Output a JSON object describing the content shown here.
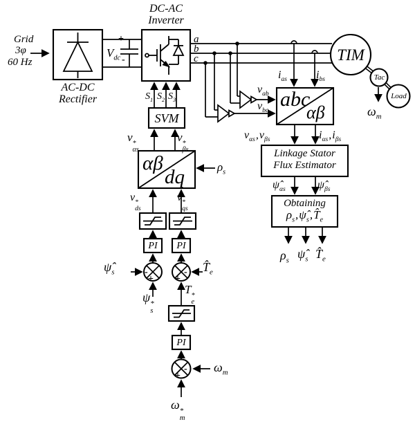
{
  "power": {
    "grid": {
      "l1": "Grid",
      "l2": "3φ",
      "l3": "60 Hz"
    },
    "rectifier": {
      "l1": "AC-DC",
      "l2": "Rectifier"
    },
    "inverter": {
      "l1": "DC-AC",
      "l2": "Inverter"
    },
    "dc_link": {
      "b": "V",
      "sub": "dc",
      "plus": "+",
      "minus": "-"
    },
    "phases": {
      "a": "a",
      "b": "b",
      "c": "c"
    },
    "motor": {
      "tim": "TIM",
      "tac": "Tac",
      "load": "Load"
    }
  },
  "blocks": {
    "svm": "SVM",
    "abc_alphabeta": {
      "num": "abc",
      "den": "αβ"
    },
    "alphabeta_dq": {
      "num": "αβ",
      "den": "dq"
    },
    "flux_estimator": {
      "l1": "Linkage Stator",
      "l2": "Flux Estimator"
    },
    "obtaining": {
      "title": "Obtaining"
    },
    "pi": "PI"
  },
  "signals": {
    "s1": {
      "b": "S",
      "sub": "1"
    },
    "s2": {
      "b": "S",
      "sub": "2"
    },
    "s3": {
      "b": "S",
      "sub": "3"
    },
    "v_ab": {
      "b": "v",
      "sub": "ab"
    },
    "v_bc": {
      "b": "v",
      "sub": "bc"
    },
    "i_as": {
      "b": "i",
      "sub": "as"
    },
    "i_bs": {
      "b": "i",
      "sub": "bs"
    },
    "v_alpha_s": {
      "b": "v",
      "sub": "αs"
    },
    "v_beta_s": {
      "b": "v",
      "sub": "βs"
    },
    "i_alpha_s": {
      "b": "i",
      "sub": "αs"
    },
    "i_beta_s": {
      "b": "i",
      "sub": "βs"
    },
    "psi_alpha_s": {
      "b": "ψ̂",
      "sub": "αs"
    },
    "psi_beta_s": {
      "b": "ψ̂",
      "sub": "βs"
    },
    "rho_s": {
      "b": "ρ",
      "sub": "s"
    },
    "psi_hat_s": {
      "b": "ψ̂",
      "sub": "s"
    },
    "t_hat_e": {
      "b": "T̂",
      "sub": "e"
    },
    "v_alpha_ref": {
      "b": "v",
      "sup": "*",
      "sub": "αs"
    },
    "v_beta_ref": {
      "b": "v",
      "sup": "*",
      "sub": "βs"
    },
    "v_d_ref": {
      "b": "v",
      "sup": "*",
      "sub": "ds"
    },
    "v_q_ref": {
      "b": "v",
      "sup": "*",
      "sub": "qs"
    },
    "psi_ref": {
      "b": "ψ",
      "sup": "*",
      "sub": "s"
    },
    "t_ref": {
      "b": "T",
      "sup": "*",
      "sub": "e"
    },
    "omega_m": {
      "b": "ω",
      "sub": "m"
    },
    "omega_ref": {
      "b": "ω",
      "sup": "*",
      "sub": "m"
    },
    "comma": ","
  },
  "signs": {
    "plus": "+",
    "minus": "-"
  }
}
